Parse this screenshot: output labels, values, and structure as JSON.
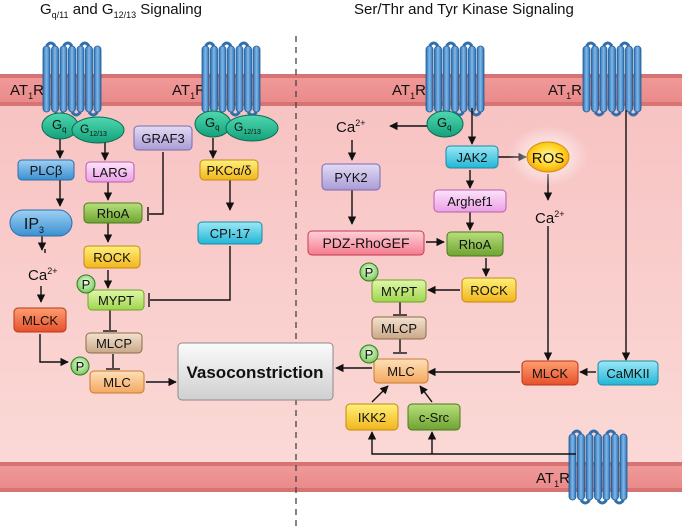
{
  "titles": {
    "left": {
      "pre": "G",
      "sub1": "q/11",
      "mid": " and G",
      "sub2": "12/13",
      "post": " Signaling"
    },
    "right": "Ser/Thr and Tyr Kinase Signaling"
  },
  "receptor": {
    "main": "AT",
    "sub": "1",
    "suffix": "R"
  },
  "gproteins": {
    "gq_main": "G",
    "gq_sub": "q",
    "g1213_main": "G",
    "g1213_sub": "12/13"
  },
  "left_pathway": {
    "plcb": "PLCβ",
    "ip3_main": "IP",
    "ip3_sub": "3",
    "ca_main": "Ca",
    "ca_sup": "2+",
    "mlck": "MLCK",
    "larg": "LARG",
    "graf3": "GRAF3",
    "rhoa": "RhoA",
    "rock": "ROCK",
    "mypt": "MYPT",
    "mlcp": "MLCP",
    "mlc": "MLC",
    "pkc": "PKCα/δ",
    "cpi17": "CPI-17",
    "phospho": "P"
  },
  "center": {
    "vasoconstriction": "Vasoconstriction"
  },
  "right_pathway": {
    "ca_main": "Ca",
    "ca_sup": "2+",
    "pyk2": "PYK2",
    "jak2": "JAK2",
    "ros": "ROS",
    "arghef1": "Arghef1",
    "pdz": "PDZ-RhoGEF",
    "rhoa": "RhoA",
    "mypt": "MYPT",
    "rock": "ROCK",
    "mlcp": "MLCP",
    "mlc": "MLC",
    "mlck": "MLCK",
    "camkii": "CaMKII",
    "ikk2": "IKK2",
    "csrc": "c-Src",
    "phospho": "P"
  }
}
